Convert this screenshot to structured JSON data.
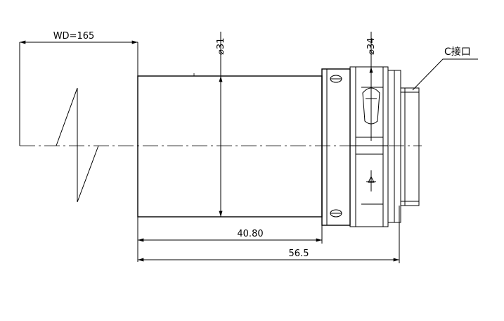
{
  "dimensions": {
    "working_distance": "WD=165",
    "barrel_diameter": "⌀31",
    "flange_diameter": "⌀34",
    "barrel_length": "40.80",
    "total_length": "56.5"
  },
  "callouts": {
    "mount": "C接口"
  }
}
